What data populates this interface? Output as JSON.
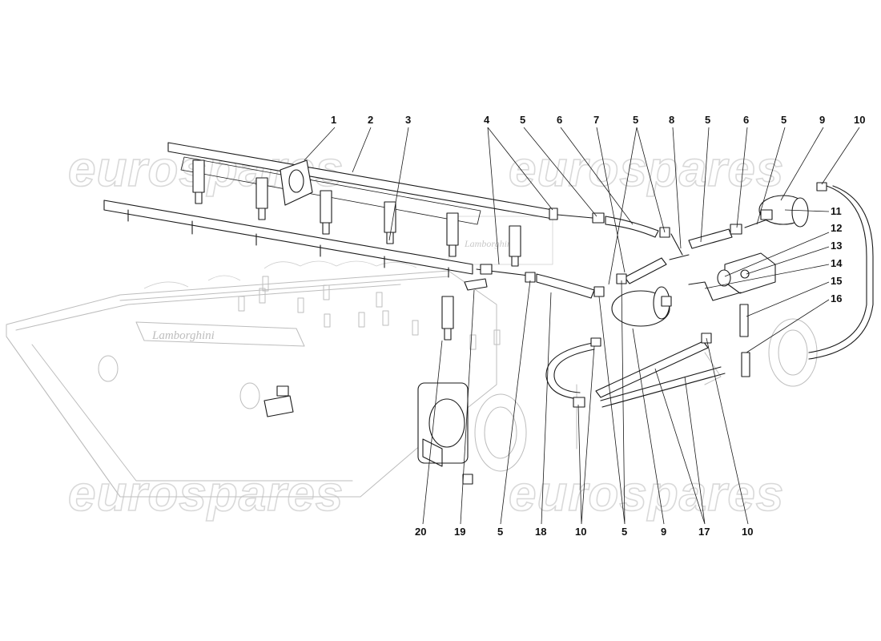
{
  "watermark": {
    "text": "eurospares"
  },
  "diagram": {
    "callouts_top": [
      "1",
      "2",
      "3",
      "4",
      "5",
      "6",
      "7",
      "5",
      "8",
      "5",
      "6",
      "5",
      "9",
      "10"
    ],
    "callouts_right": [
      "11",
      "12",
      "13",
      "14",
      "15",
      "16"
    ],
    "callouts_bottom": [
      "20",
      "19",
      "5",
      "18",
      "10",
      "5",
      "9",
      "17",
      "10"
    ]
  }
}
